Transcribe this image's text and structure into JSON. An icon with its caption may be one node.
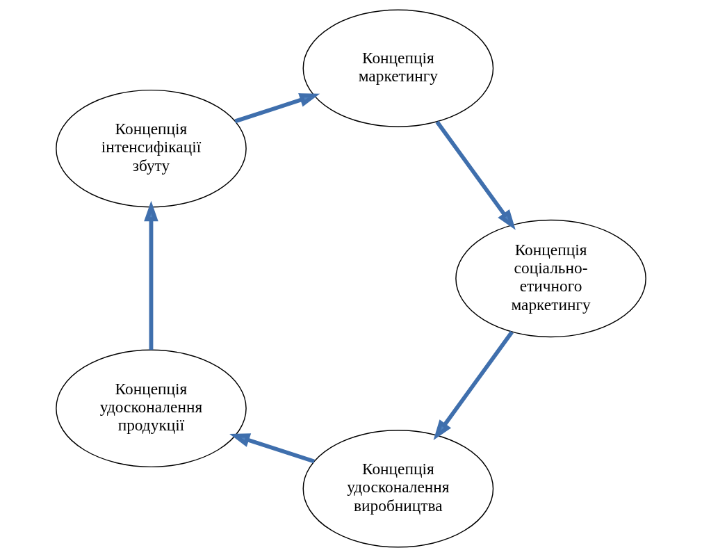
{
  "diagram": {
    "nodes": [
      {
        "text": [
          "Концепція удосконалення виробництва"
        ]
      },
      {
        "text": [
          "Концепція удосконалення продукції"
        ]
      },
      {
        "text": [
          "Концепція інтенсифікації збуту"
        ]
      },
      {
        "text": [
          "Концепція маркетингу"
        ]
      },
      {
        "text": [
          "Концепція соціально-етичного маркетингу"
        ]
      }
    ],
    "edges": [
      {
        "from": 0,
        "to": 1,
        "arrow": "to"
      },
      {
        "from": 1,
        "to": 2,
        "arrow": "to"
      },
      {
        "from": 2,
        "to": 3,
        "arrow": "to"
      },
      {
        "from": 3,
        "to": 4,
        "arrow": "to"
      },
      {
        "from": 4,
        "to": 0,
        "arrow": "to"
      }
    ]
  }
}
